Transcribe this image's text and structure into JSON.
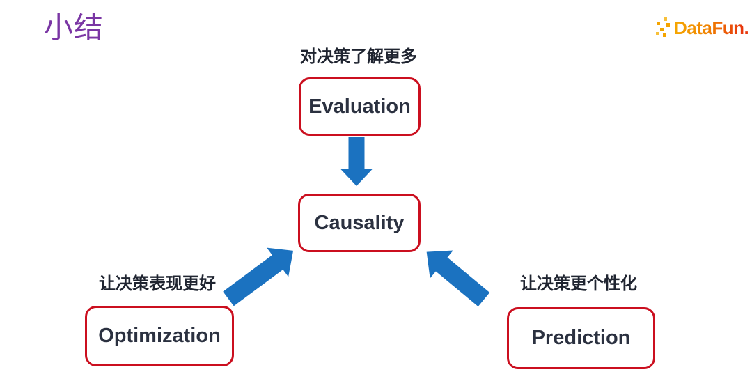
{
  "title": "小结",
  "logo": {
    "text": "DataFun."
  },
  "colors": {
    "title_purple": "#7A36A4",
    "box_border_red": "#CB0F1F",
    "arrow_blue": "#1B72C0",
    "caption_dark": "#1F2430",
    "box_text_dark": "#2B3140",
    "logo_gold": "#F5A400",
    "logo_orange": "#E8380D"
  },
  "diagram": {
    "nodes": [
      {
        "id": "evaluation",
        "label": "Evaluation",
        "caption": "对决策了解更多"
      },
      {
        "id": "causality",
        "label": "Causality",
        "caption": ""
      },
      {
        "id": "optimization",
        "label": "Optimization",
        "caption": "让决策表现更好"
      },
      {
        "id": "prediction",
        "label": "Prediction",
        "caption": "让决策更个性化"
      }
    ],
    "edges": [
      {
        "from": "evaluation",
        "to": "causality"
      },
      {
        "from": "optimization",
        "to": "causality"
      },
      {
        "from": "prediction",
        "to": "causality"
      }
    ]
  }
}
